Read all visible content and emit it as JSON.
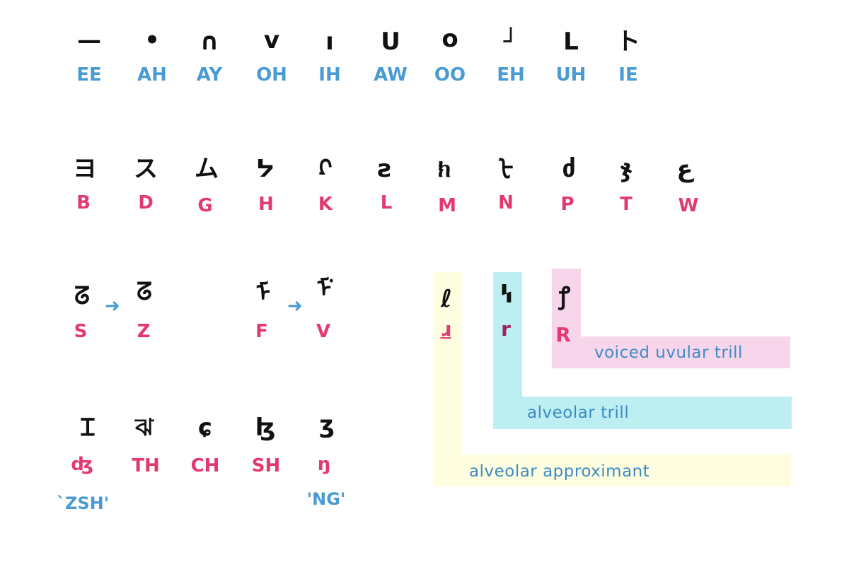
{
  "vowels": [
    {
      "glyph": "—",
      "label": "EE"
    },
    {
      "glyph": "•",
      "label": "AH"
    },
    {
      "glyph": "∩",
      "label": "AY"
    },
    {
      "glyph": "v",
      "label": "OH"
    },
    {
      "glyph": "ı",
      "label": "IH"
    },
    {
      "glyph": "U",
      "label": "AW"
    },
    {
      "glyph": "o",
      "label": "OO"
    },
    {
      "glyph": "┘",
      "label": "EH"
    },
    {
      "glyph": "L",
      "label": "UH"
    },
    {
      "glyph": "ト",
      "label": "IE"
    }
  ],
  "consonants": [
    {
      "glyph": "ヨ",
      "label": "B"
    },
    {
      "glyph": "ス",
      "label": "D"
    },
    {
      "glyph": "ム",
      "label": "G"
    },
    {
      "glyph": "ᔭ",
      "label": "H"
    },
    {
      "glyph": "ᡗ",
      "label": "K"
    },
    {
      "glyph": "ꙅ",
      "label": "L"
    },
    {
      "glyph": "ክ",
      "label": "M"
    },
    {
      "glyph": "ᡶ",
      "label": "N"
    },
    {
      "glyph": "ძ",
      "label": "P"
    },
    {
      "glyph": "ჯ",
      "label": "T"
    },
    {
      "glyph": "ع",
      "label": "W"
    }
  ],
  "voicing_pairs": [
    {
      "from_glyph": "ᘔ",
      "from_label": "S",
      "to_glyph": "ᘔ̇",
      "to_label": "Z",
      "arrow": "➜"
    },
    {
      "from_glyph": "ᡏ",
      "from_label": "F",
      "to_glyph": "ᡏ̇",
      "to_label": "V",
      "arrow": "➜"
    }
  ],
  "digraphs": [
    {
      "glyph": "Ɪ",
      "label": "ʤ",
      "note": "`ZSH'"
    },
    {
      "glyph": "ঝ",
      "label": "TH"
    },
    {
      "glyph": "ɕ",
      "label": "CH"
    },
    {
      "glyph": "ɮ",
      "label": "SH"
    },
    {
      "glyph": "ʒ",
      "label": "ŋ",
      "note": "'NG'"
    }
  ],
  "rhotics": [
    {
      "glyph": "ℓ",
      "label": "ɹ",
      "label_color": "#e23a6e",
      "band_color": "#fefde0",
      "description": "alveolar approximant"
    },
    {
      "glyph": "ꝇ",
      "label": "r",
      "label_color": "#a02266",
      "band_color": "#bdeef2",
      "description": "alveolar trill"
    },
    {
      "glyph": "ꝭ",
      "label": "R",
      "label_color": "#e23a6e",
      "band_color": "#f7d6ec",
      "description": "voiced uvular trill"
    }
  ],
  "colors": {
    "vowel_label": "#4a9bd4",
    "consonant_label": "#e23a6e",
    "glyph": "#111111"
  }
}
